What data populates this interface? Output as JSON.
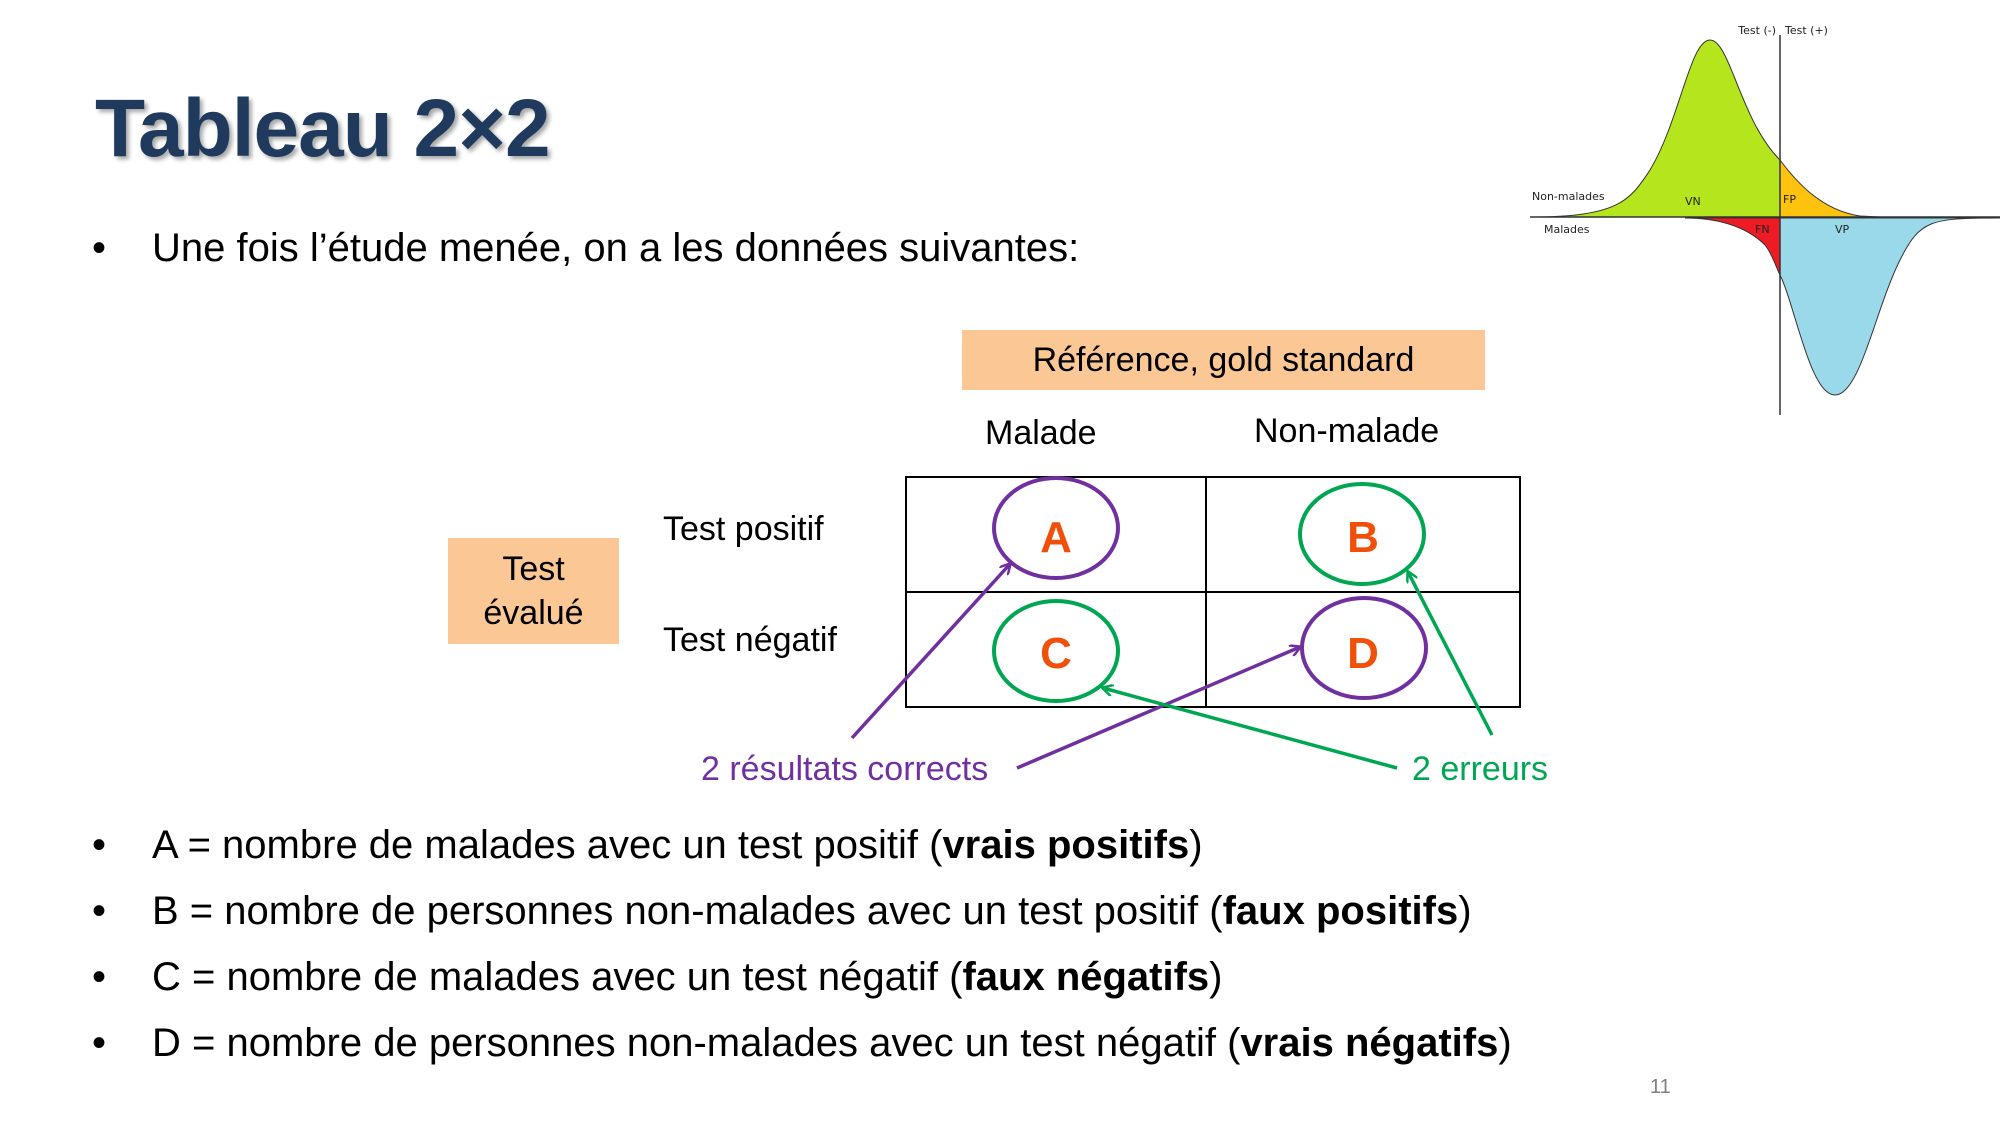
{
  "title": "Tableau 2×2",
  "intro": "Une fois l’étude menée, on a les données suivantes:",
  "reference_header": "Référence, gold standard",
  "columns": {
    "malade": "Malade",
    "non_malade": "Non-malade"
  },
  "test_box": {
    "line1": "Test",
    "line2": "évalué"
  },
  "rows": {
    "positif": "Test positif",
    "negatif": "Test négatif"
  },
  "cells": {
    "a": "A",
    "b": "B",
    "c": "C",
    "d": "D"
  },
  "annotations": {
    "correct": "2 résultats corrects",
    "errors": "2 erreurs"
  },
  "definitions": [
    {
      "text": "A = nombre de malades avec un test positif (",
      "bold": "vrais positifs",
      "end": ")"
    },
    {
      "text": "B = nombre de personnes non-malades avec un test positif (",
      "bold": "faux positifs",
      "end": ")"
    },
    {
      "text": "C = nombre de malades avec un test négatif (",
      "bold": "faux négatifs",
      "end": ")"
    },
    {
      "text": "D = nombre de personnes non-malades avec un test négatif (",
      "bold": "vrais négatifs",
      "end": ")"
    }
  ],
  "bullet": "•",
  "page_number": "11",
  "distribution": {
    "test_neg": "Test (-)",
    "test_pos": "Test (+)",
    "non_malades": "Non-malades",
    "malades": "Malades",
    "vn": "VN",
    "fp": "FP",
    "fn": "FN",
    "vp": "VP"
  },
  "colors": {
    "title": "#1F3A5C",
    "orange_box": "#FBC895",
    "letters": "#F0500A",
    "purple": "#7030A0",
    "green": "#00A651",
    "vn_green": "#B5E61D",
    "fp_yellow": "#FFC20E",
    "fn_red": "#ED1C24",
    "vp_blue": "#99D9EA"
  }
}
